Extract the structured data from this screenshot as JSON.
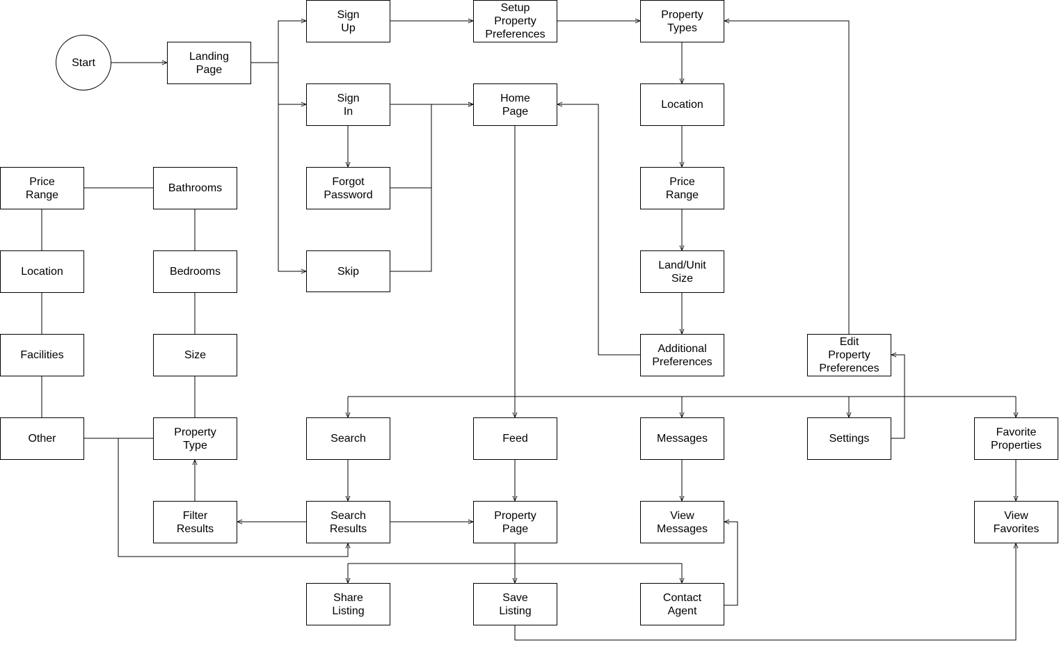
{
  "nodes": {
    "start": "Start",
    "landing": "Landing\nPage",
    "signup": "Sign\nUp",
    "setup": "Setup\nProperty\nPreferences",
    "proptypes": "Property\nTypes",
    "signin": "Sign\nIn",
    "home": "Home\nPage",
    "location_r": "Location",
    "forgot": "Forgot\nPassword",
    "price_r": "Price\nRange",
    "skip": "Skip",
    "landsize": "Land/Unit\nSize",
    "additional": "Additional\nPreferences",
    "edit": "Edit\nProperty\nPreferences",
    "price_l": "Price\nRange",
    "bathrooms": "Bathrooms",
    "location_l": "Location",
    "bedrooms": "Bedrooms",
    "facilities": "Facilities",
    "size": "Size",
    "other": "Other",
    "proptype": "Property\nType",
    "search": "Search",
    "feed": "Feed",
    "messages": "Messages",
    "settings": "Settings",
    "favorites": "Favorite\nProperties",
    "filter": "Filter\nResults",
    "results": "Search\nResults",
    "proppage": "Property\nPage",
    "viewmsg": "View\nMessages",
    "viewfav": "View\nFavorites",
    "share": "Share\nListing",
    "save": "Save\nListing",
    "contact": "Contact\nAgent"
  }
}
